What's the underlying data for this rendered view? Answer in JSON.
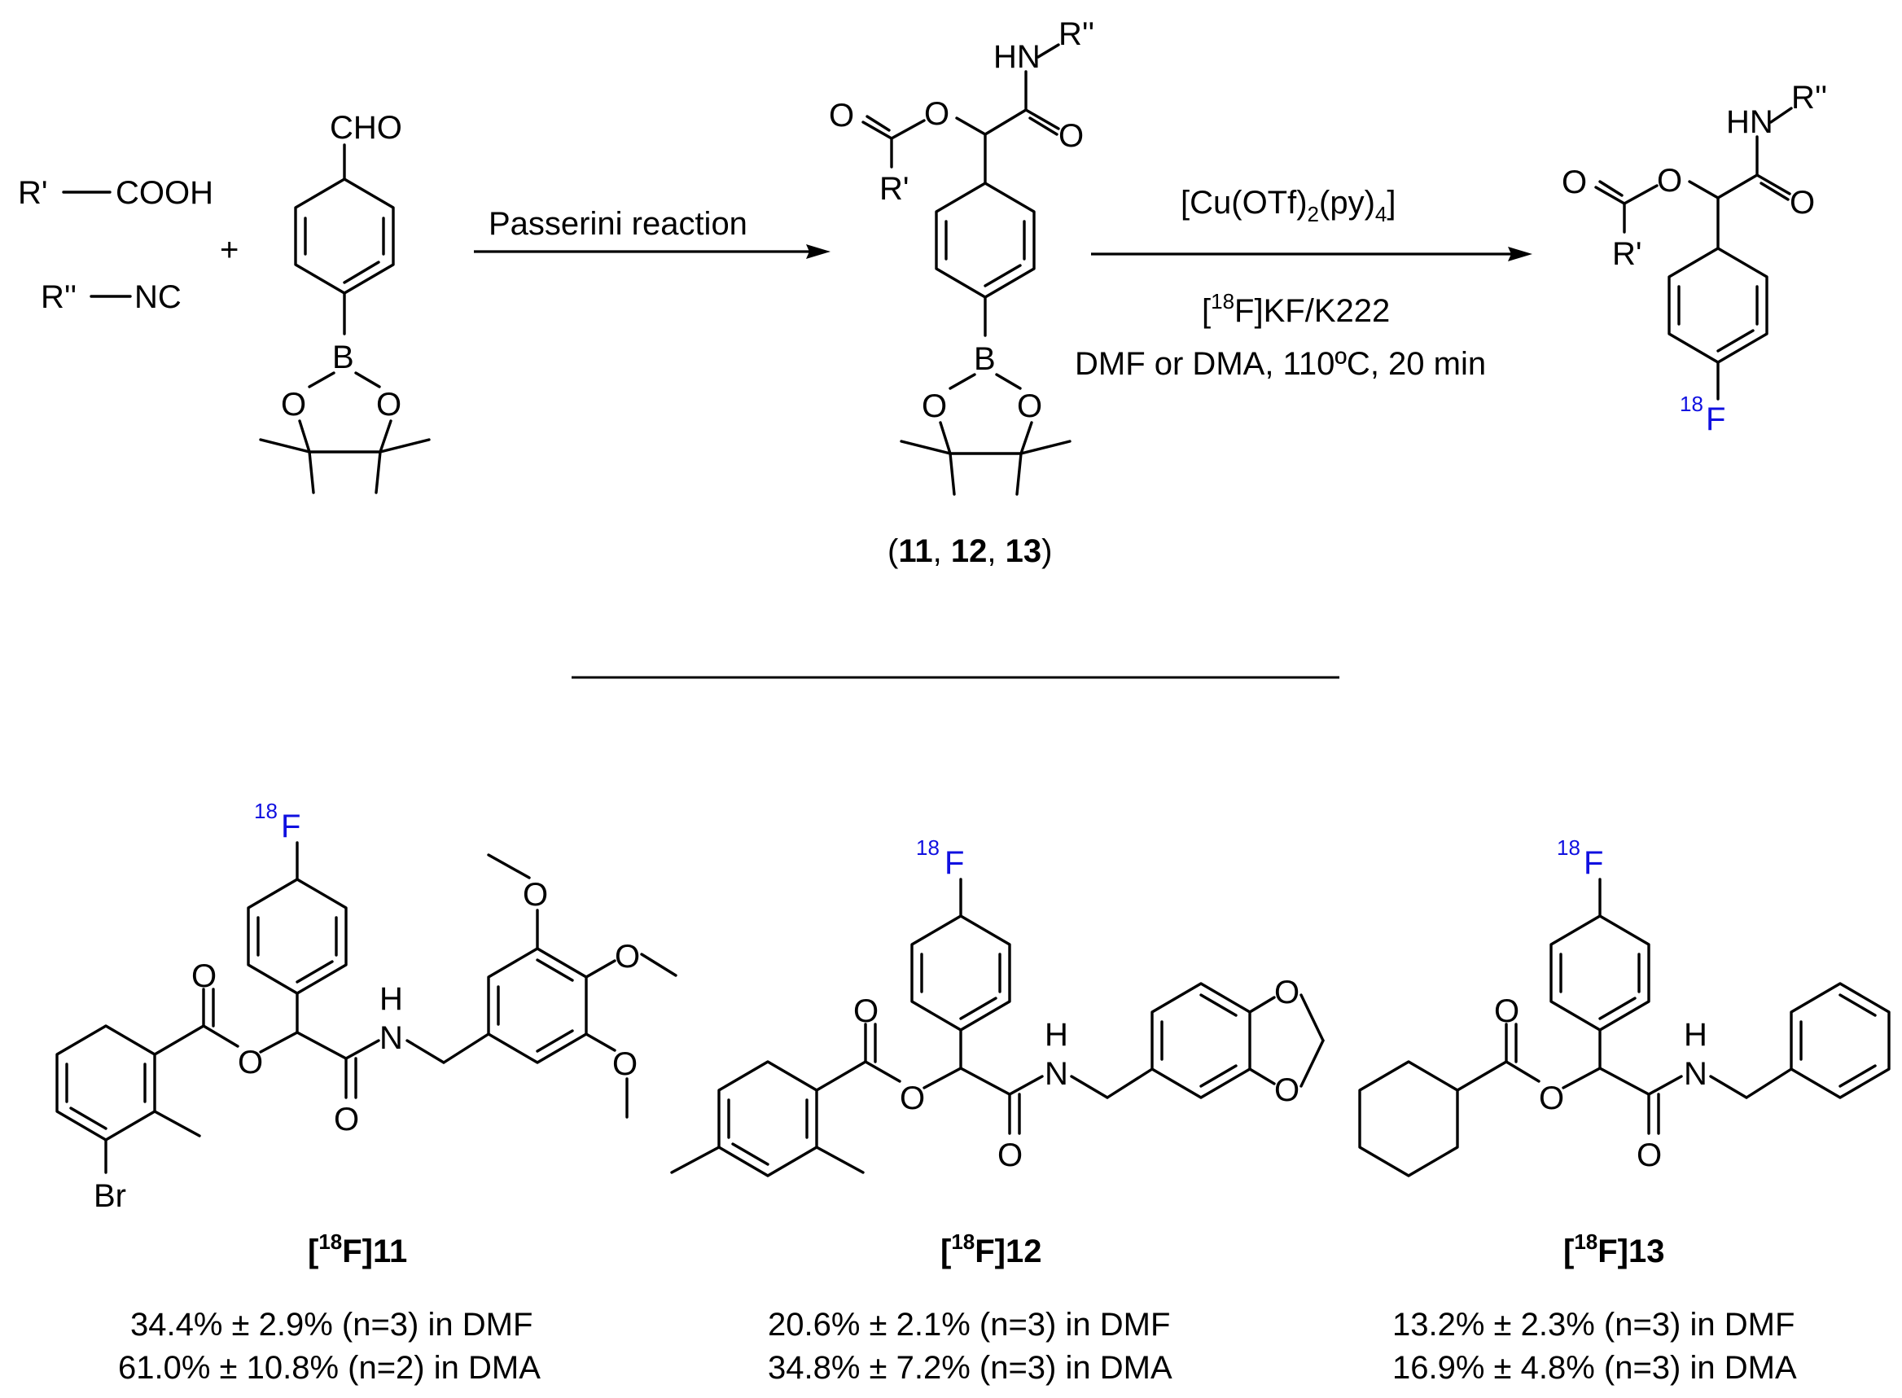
{
  "scheme": {
    "reactant_acid": {
      "r": "R'",
      "group": "COOH"
    },
    "reactant_isocyanide": {
      "r": "R''",
      "group": "NC"
    },
    "plus": "+",
    "aldehyde": {
      "cho": "CHO",
      "b": "B",
      "o": "O"
    },
    "arrow1_label": "Passerini reaction",
    "intermediate": {
      "nh": "HN",
      "r2": "R''",
      "r1": "R'",
      "o": "O",
      "b": "B"
    },
    "intermediate_label": {
      "open": "(",
      "c1": "11",
      "sep1": ", ",
      "c2": "12",
      "sep2": ", ",
      "c3": "13",
      "close": ")"
    },
    "arrow2_label_top": {
      "pre": "[Cu(OTf)",
      "sub1": "2",
      "mid": "(py)",
      "sub2": "4",
      "post": "]"
    },
    "arrow2_label_mid": {
      "pre": "[",
      "sup": "18",
      "post": "F]KF/K222"
    },
    "arrow2_label_bottom": "DMF or DMA, 110ºC, 20 min",
    "product": {
      "nh": "HN",
      "r2": "R''",
      "r1": "R'",
      "o": "O",
      "f_sup": "18",
      "f": "F"
    }
  },
  "compounds": [
    {
      "name_pre": "[",
      "name_sup": "18",
      "name_post": "F]11",
      "f_sup": "18",
      "f": "F",
      "br": "Br",
      "nh": "H",
      "n": "N",
      "o": "O",
      "yield_dmf": "34.4% ± 2.9% (n=3) in DMF",
      "yield_dma": "61.0% ± 10.8% (n=2) in DMA"
    },
    {
      "name_pre": "[",
      "name_sup": "18",
      "name_post": "F]12",
      "f_sup": "18",
      "f": "F",
      "nh": "H",
      "n": "N",
      "o": "O",
      "yield_dmf": "20.6% ± 2.1% (n=3) in DMF",
      "yield_dma": "34.8% ± 7.2% (n=3) in DMA"
    },
    {
      "name_pre": "[",
      "name_sup": "18",
      "name_post": "F]13",
      "f_sup": "18",
      "f": "F",
      "nh": "H",
      "n": "N",
      "o": "O",
      "yield_dmf": "13.2% ± 2.3% (n=3) in DMF",
      "yield_dma": "16.9% ± 4.8% (n=3) in DMA"
    }
  ],
  "colors": {
    "isotope_label": "#1010e0",
    "ink": "#000000"
  }
}
